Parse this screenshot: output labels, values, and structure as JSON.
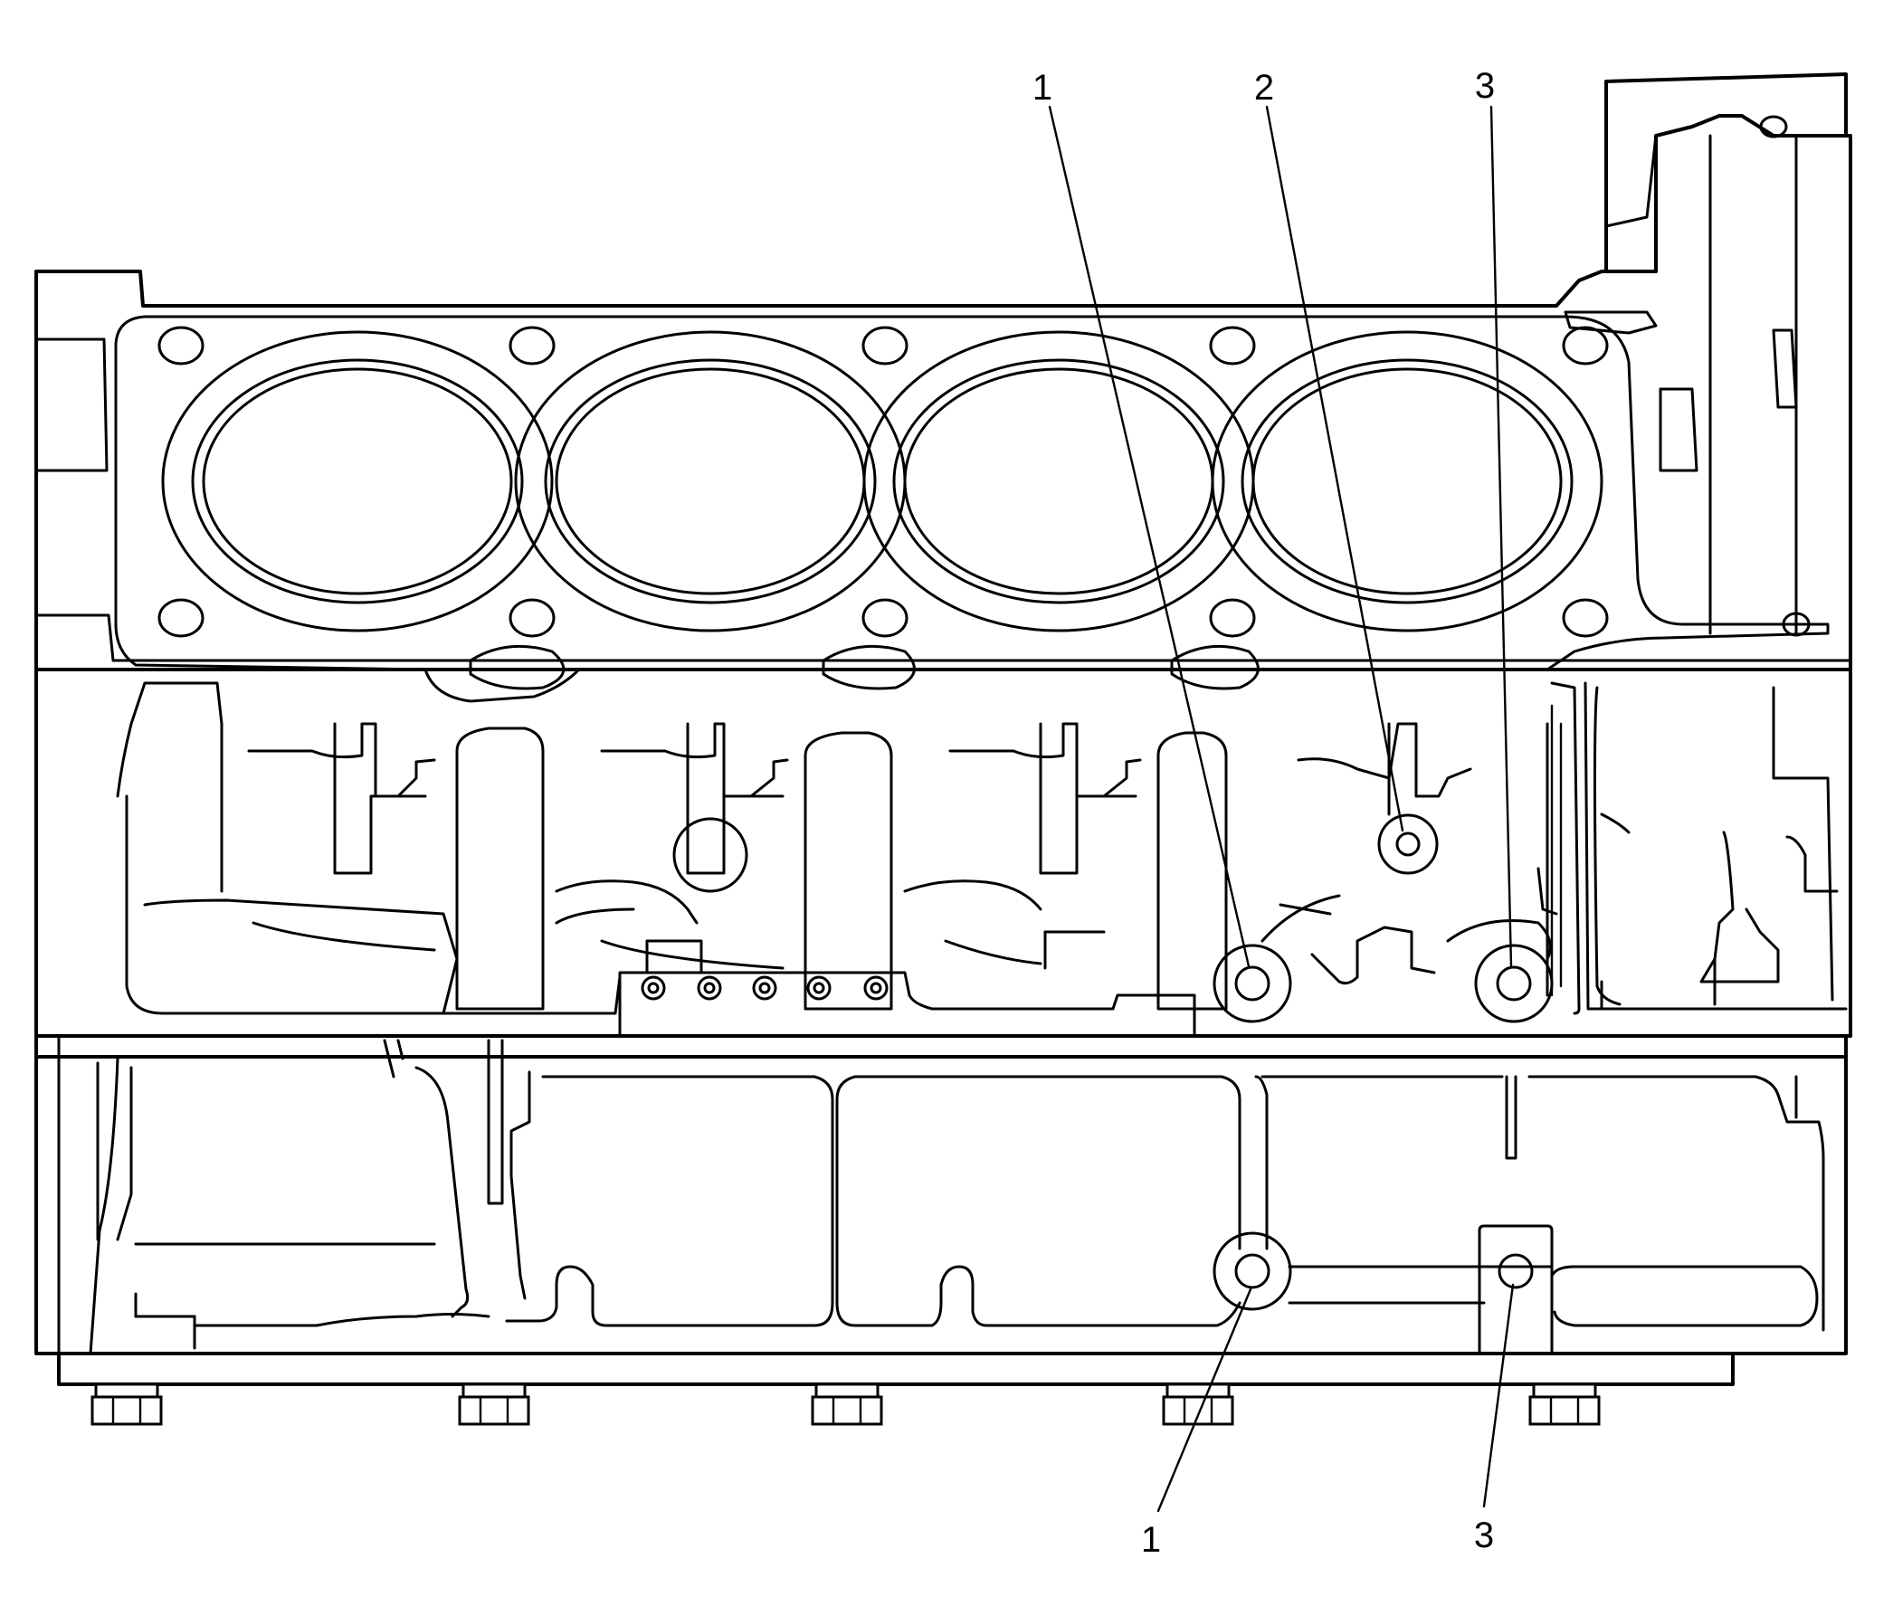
{
  "callouts": {
    "top_1": "1",
    "top_2": "2",
    "top_3": "3",
    "bottom_1": "1",
    "bottom_3": "3"
  },
  "colors": {
    "line": "#000000",
    "background": "#ffffff"
  }
}
